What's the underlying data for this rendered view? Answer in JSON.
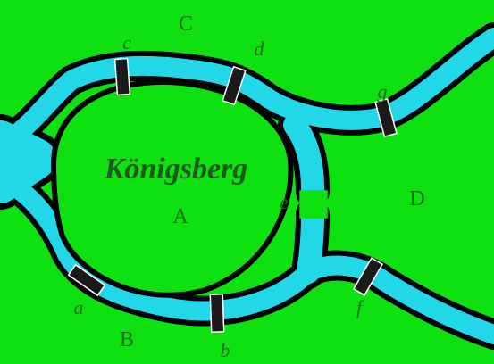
{
  "map": {
    "city_name": "Königsberg",
    "colors": {
      "land": "#0fe00f",
      "water": "#22d8e8",
      "outline": "#000000",
      "label": "#1f6b1c",
      "bridge": "#1a1a1a"
    },
    "regions": [
      {
        "id": "region-a",
        "label": "A"
      },
      {
        "id": "region-b",
        "label": "B"
      },
      {
        "id": "region-c",
        "label": "C"
      },
      {
        "id": "region-d",
        "label": "D"
      }
    ],
    "bridges": [
      {
        "id": "bridge-a",
        "label": "a",
        "connects": [
          "A",
          "B"
        ]
      },
      {
        "id": "bridge-b",
        "label": "b",
        "connects": [
          "A",
          "B"
        ]
      },
      {
        "id": "bridge-c",
        "label": "c",
        "connects": [
          "A",
          "C"
        ]
      },
      {
        "id": "bridge-d",
        "label": "d",
        "connects": [
          "A",
          "C"
        ]
      },
      {
        "id": "bridge-e",
        "label": "e",
        "connects": [
          "A",
          "D"
        ]
      },
      {
        "id": "bridge-f",
        "label": "f",
        "connects": [
          "B",
          "D"
        ]
      },
      {
        "id": "bridge-g",
        "label": "g",
        "connects": [
          "C",
          "D"
        ]
      }
    ]
  }
}
